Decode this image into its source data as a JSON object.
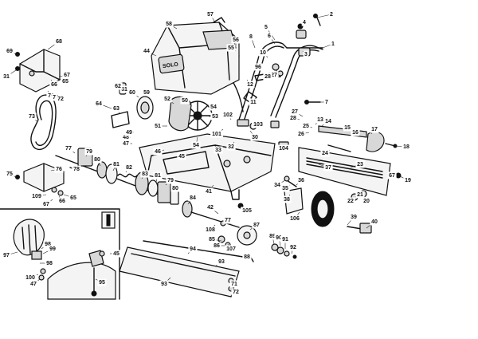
{
  "diagram": {
    "parts": [
      {
        "id": "p1",
        "label": "1"
      },
      {
        "id": "p2",
        "label": "2"
      },
      {
        "id": "p3",
        "label": "3"
      },
      {
        "id": "p4",
        "label": "4"
      },
      {
        "id": "p5",
        "label": "5"
      },
      {
        "id": "p6",
        "label": "6"
      },
      {
        "id": "p7",
        "label": "7"
      },
      {
        "id": "p8",
        "label": "8"
      },
      {
        "id": "p10",
        "label": "10"
      },
      {
        "id": "p11",
        "label": "11"
      },
      {
        "id": "p12",
        "label": "12"
      },
      {
        "id": "p13",
        "label": "13"
      },
      {
        "id": "p14",
        "label": "14"
      },
      {
        "id": "p15",
        "label": "15"
      },
      {
        "id": "p16",
        "label": "16"
      },
      {
        "id": "p17",
        "label": "17"
      },
      {
        "id": "p18",
        "label": "18"
      },
      {
        "id": "p19",
        "label": "19"
      },
      {
        "id": "p20",
        "label": "20"
      },
      {
        "id": "p21",
        "label": "21"
      },
      {
        "id": "p22",
        "label": "22"
      },
      {
        "id": "p23",
        "label": "23"
      },
      {
        "id": "p24",
        "label": "24"
      },
      {
        "id": "p25",
        "label": "25"
      },
      {
        "id": "p26",
        "label": "26"
      },
      {
        "id": "p27",
        "label": "27"
      },
      {
        "id": "p27b",
        "label": "27"
      },
      {
        "id": "p28",
        "label": "28"
      },
      {
        "id": "p28b",
        "label": "28"
      },
      {
        "id": "p30",
        "label": "30"
      },
      {
        "id": "p31",
        "label": "31"
      },
      {
        "id": "p32",
        "label": "32"
      },
      {
        "id": "p33",
        "label": "33"
      },
      {
        "id": "p34",
        "label": "34"
      },
      {
        "id": "p35",
        "label": "35"
      },
      {
        "id": "p36",
        "label": "36"
      },
      {
        "id": "p37",
        "label": "37"
      },
      {
        "id": "p38",
        "label": "38"
      },
      {
        "id": "p39",
        "label": "39"
      },
      {
        "id": "p40",
        "label": "40"
      },
      {
        "id": "p41",
        "label": "41"
      },
      {
        "id": "p42",
        "label": "42"
      },
      {
        "id": "p44",
        "label": "44"
      },
      {
        "id": "p45",
        "label": "45"
      },
      {
        "id": "p45b",
        "label": "45"
      },
      {
        "id": "p46",
        "label": "46"
      },
      {
        "id": "p47",
        "label": "47"
      },
      {
        "id": "p47b",
        "label": "47"
      },
      {
        "id": "p48",
        "label": "48"
      },
      {
        "id": "p49",
        "label": "49"
      },
      {
        "id": "p50",
        "label": "50"
      },
      {
        "id": "p51",
        "label": "51"
      },
      {
        "id": "p52",
        "label": "52"
      },
      {
        "id": "p53",
        "label": "53"
      },
      {
        "id": "p54",
        "label": "54"
      },
      {
        "id": "p54b",
        "label": "54"
      },
      {
        "id": "p55",
        "label": "55"
      },
      {
        "id": "p56",
        "label": "56"
      },
      {
        "id": "p57",
        "label": "57"
      },
      {
        "id": "p58",
        "label": "58"
      },
      {
        "id": "p59",
        "label": "59"
      },
      {
        "id": "p60",
        "label": "60"
      },
      {
        "id": "p61",
        "label": "61"
      },
      {
        "id": "p62",
        "label": "62"
      },
      {
        "id": "p63",
        "label": "63"
      },
      {
        "id": "p64",
        "label": "64"
      },
      {
        "id": "p65",
        "label": "65"
      },
      {
        "id": "p65b",
        "label": "65"
      },
      {
        "id": "p66",
        "label": "66"
      },
      {
        "id": "p66b",
        "label": "66"
      },
      {
        "id": "p67",
        "label": "67"
      },
      {
        "id": "p67b",
        "label": "67"
      },
      {
        "id": "p67c",
        "label": "67"
      },
      {
        "id": "p68",
        "label": "68"
      },
      {
        "id": "p69",
        "label": "69"
      },
      {
        "id": "p70",
        "label": "70"
      },
      {
        "id": "p71",
        "label": "71"
      },
      {
        "id": "p71b",
        "label": "71"
      },
      {
        "id": "p72",
        "label": "72"
      },
      {
        "id": "p72b",
        "label": "72"
      },
      {
        "id": "p73",
        "label": "73"
      },
      {
        "id": "p75",
        "label": "75"
      },
      {
        "id": "p76",
        "label": "76"
      },
      {
        "id": "p77",
        "label": "77"
      },
      {
        "id": "p77b",
        "label": "77"
      },
      {
        "id": "p78",
        "label": "78"
      },
      {
        "id": "p79",
        "label": "79"
      },
      {
        "id": "p79b",
        "label": "79"
      },
      {
        "id": "p80",
        "label": "80"
      },
      {
        "id": "p80b",
        "label": "80"
      },
      {
        "id": "p81",
        "label": "81"
      },
      {
        "id": "p81b",
        "label": "81"
      },
      {
        "id": "p82",
        "label": "82"
      },
      {
        "id": "p83",
        "label": "83"
      },
      {
        "id": "p84",
        "label": "84"
      },
      {
        "id": "p85",
        "label": "85"
      },
      {
        "id": "p86",
        "label": "86"
      },
      {
        "id": "p87",
        "label": "87"
      },
      {
        "id": "p88",
        "label": "88"
      },
      {
        "id": "p89",
        "label": "89"
      },
      {
        "id": "p90",
        "label": "90"
      },
      {
        "id": "p91",
        "label": "91"
      },
      {
        "id": "p92",
        "label": "92"
      },
      {
        "id": "p93",
        "label": "93"
      },
      {
        "id": "p93b",
        "label": "93"
      },
      {
        "id": "p94",
        "label": "94"
      },
      {
        "id": "p95",
        "label": "95"
      },
      {
        "id": "p96",
        "label": "96"
      },
      {
        "id": "p97",
        "label": "97"
      },
      {
        "id": "p98",
        "label": "98"
      },
      {
        "id": "p98b",
        "label": "98"
      },
      {
        "id": "p99",
        "label": "99"
      },
      {
        "id": "p100",
        "label": "100"
      },
      {
        "id": "p101",
        "label": "101"
      },
      {
        "id": "p102",
        "label": "102"
      },
      {
        "id": "p103",
        "label": "103"
      },
      {
        "id": "p104",
        "label": "104"
      },
      {
        "id": "p105",
        "label": "105"
      },
      {
        "id": "p106",
        "label": "106"
      },
      {
        "id": "p107",
        "label": "107"
      },
      {
        "id": "p108",
        "label": "108"
      },
      {
        "id": "p109",
        "label": "109"
      }
    ],
    "housing_logo_text": "SOLO"
  }
}
